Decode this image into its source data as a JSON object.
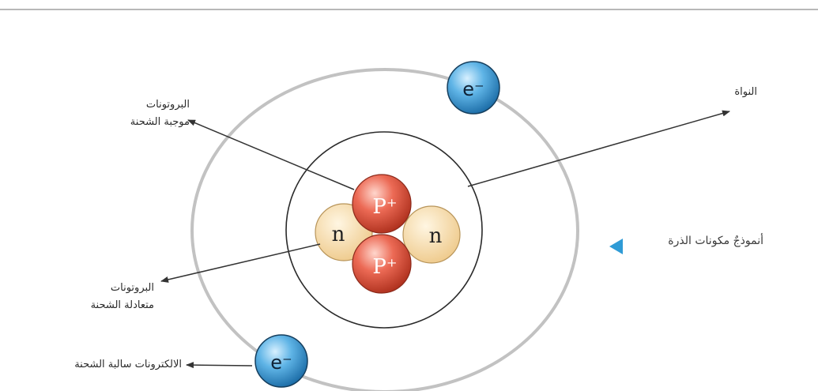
{
  "labels": {
    "protons_line1": "البروتونات",
    "protons_line2": "موجبة الشحنة",
    "neutrons_line1": "البروتونات",
    "neutrons_line2": "متعادلة الشحنة",
    "electrons": "الالكترونات سالبة الشحنة",
    "nucleus": "النواة",
    "caption": "أنموذجٌ مكونات الذرة"
  },
  "particles": {
    "electron_symbol": "e⁻",
    "proton_symbol": "P⁺",
    "neutron_symbol": "n"
  },
  "colors": {
    "orbit": "#c2c2c2",
    "electron": "#3d9bd4",
    "proton": "#e25a48",
    "neutron": "#f3d9a4",
    "arrow": "#333333",
    "caption_marker": "#2f9bd6"
  }
}
